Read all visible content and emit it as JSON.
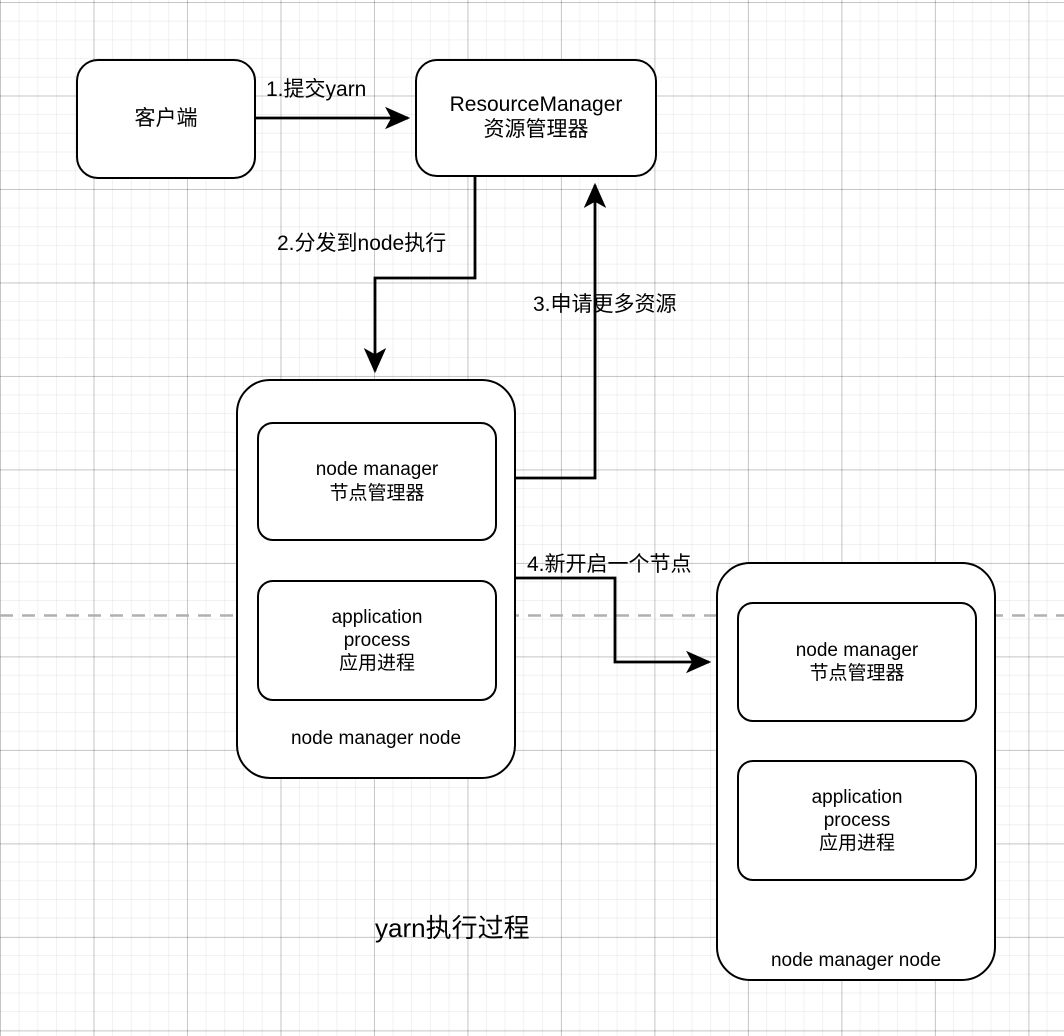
{
  "diagram": {
    "title": "yarn执行过程",
    "background": {
      "grid": "graph-paper",
      "minor_color": "#f0f0f0",
      "major_color": "#d0d0d0",
      "page_break_color": "#b3b3b3"
    },
    "stroke_color": "#000000",
    "fill_color": "#ffffff",
    "nodes": [
      {
        "id": "client",
        "lines": [
          "客户端"
        ]
      },
      {
        "id": "resourcemanager",
        "lines": [
          "ResourceManager",
          "资源管理器"
        ]
      },
      {
        "id": "node_container_left",
        "caption": "node manager node",
        "children": [
          {
            "id": "nm_left",
            "lines": [
              "node manager",
              "节点管理器"
            ]
          },
          {
            "id": "ap_left",
            "lines": [
              "application",
              "process",
              "应用进程"
            ]
          }
        ]
      },
      {
        "id": "node_container_right",
        "caption": "node manager node",
        "children": [
          {
            "id": "nm_right",
            "lines": [
              "node manager",
              "节点管理器"
            ]
          },
          {
            "id": "ap_right",
            "lines": [
              "application",
              "process",
              "应用进程"
            ]
          }
        ]
      }
    ],
    "edges": [
      {
        "id": "step1",
        "label": "1.提交yarn",
        "from": "client",
        "to": "resourcemanager"
      },
      {
        "id": "step2",
        "label": "2.分发到node执行",
        "from": "resourcemanager",
        "to": "node_container_left"
      },
      {
        "id": "step3",
        "label": "3.申请更多资源",
        "from": "nm_left",
        "to": "resourcemanager"
      },
      {
        "id": "step4",
        "label": "4.新开启一个节点",
        "from": "node_container_left",
        "to": "node_container_right"
      }
    ]
  }
}
